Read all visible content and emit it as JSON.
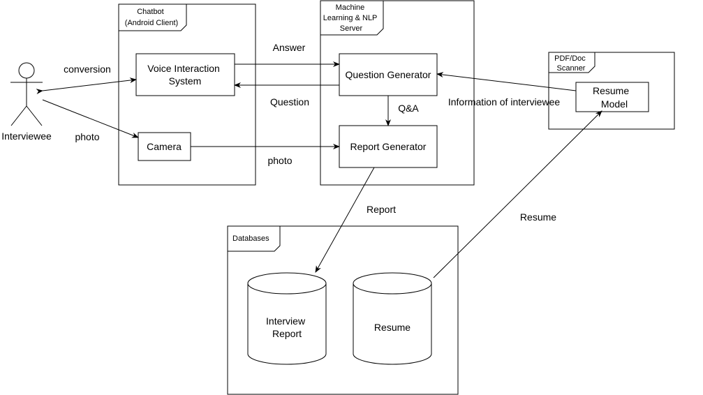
{
  "actor": {
    "label": "Interviewee"
  },
  "frames": {
    "chatbot": [
      "Chatbot",
      "(Android Client)"
    ],
    "server": [
      "Machine",
      "Learning & NLP",
      "Server"
    ],
    "scanner": [
      "PDF/Doc",
      "Scanner"
    ],
    "databases": [
      "Databases"
    ]
  },
  "boxes": {
    "voice": [
      "Voice Interaction",
      "System"
    ],
    "camera": [
      "Camera"
    ],
    "question_gen": [
      "Question Generator"
    ],
    "report_gen": [
      "Report Generator"
    ],
    "resume_model": [
      "Resume",
      "Model"
    ]
  },
  "cylinders": {
    "interview_report": [
      "Interview",
      "Report"
    ],
    "resume": [
      "Resume"
    ]
  },
  "edge_labels": {
    "conversion": "conversion",
    "photo_actor": "photo",
    "answer": "Answer",
    "question": "Question",
    "photo_camera": "photo",
    "qa": "Q&A",
    "info": "Information of interviewee",
    "report": "Report",
    "resume": "Resume"
  }
}
